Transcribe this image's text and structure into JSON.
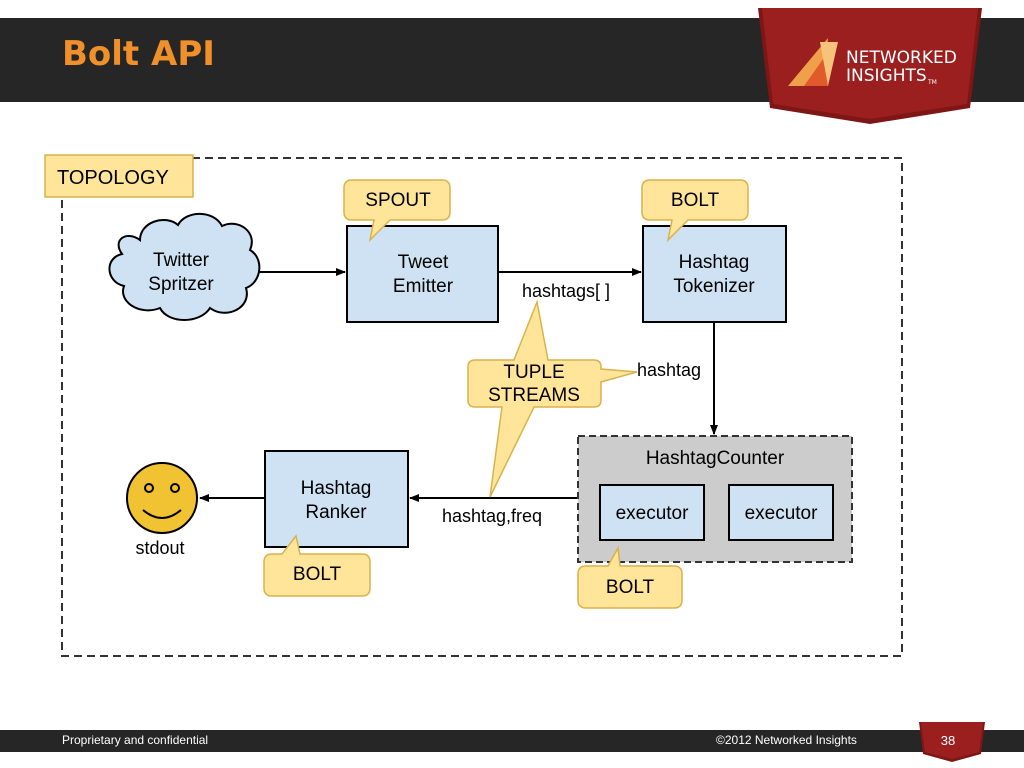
{
  "header": {
    "title": "Bolt API",
    "logo_line1": "NETWORKED",
    "logo_line2": "INSIGHTS",
    "logo_tm": "TM"
  },
  "diagram": {
    "topology_label": "TOPOLOGY",
    "source": {
      "line1": "Twitter",
      "line2": "Spritzer"
    },
    "tweet_emitter": {
      "line1": "Tweet",
      "line2": "Emitter",
      "tag": "SPOUT"
    },
    "tokenizer": {
      "line1": "Hashtag",
      "line2": "Tokenizer",
      "tag": "BOLT"
    },
    "counter": {
      "title": "HashtagCounter",
      "executor1": "executor",
      "executor2": "executor",
      "tag": "BOLT"
    },
    "ranker": {
      "line1": "Hashtag",
      "line2": "Ranker",
      "tag": "BOLT"
    },
    "sink_label": "stdout",
    "edge_hashtags": "hashtags[ ]",
    "edge_hashtag": "hashtag",
    "edge_hashtag_freq": "hashtag,freq",
    "streams_callout": {
      "line1": "TUPLE",
      "line2": "STREAMS"
    }
  },
  "footer": {
    "left": "Proprietary and confidential",
    "right": "©2012  Networked Insights",
    "page": "38"
  },
  "colors": {
    "title_orange": "#f0902a",
    "node_blue": "#cfe2f3",
    "tag_yellow": "#ffe599",
    "counter_gray": "#cccccc",
    "logo_red": "#8b1a1a"
  }
}
